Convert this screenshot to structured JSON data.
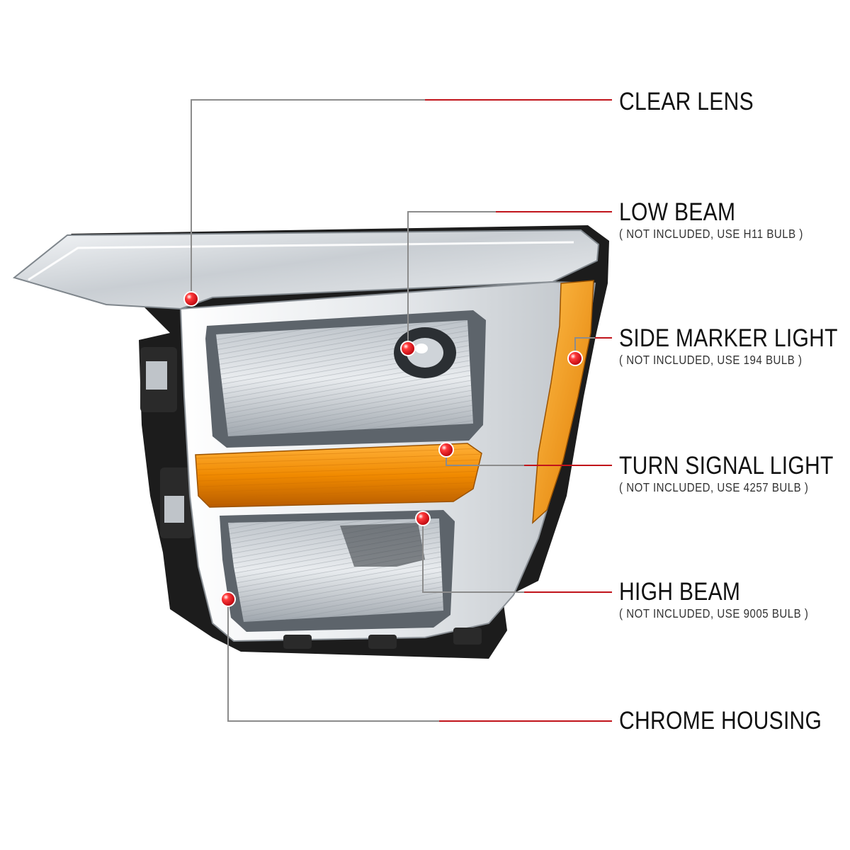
{
  "colors": {
    "leader_gray": "#8c8c8c",
    "leader_red": "#c1141b",
    "dot_red": "#e0111b",
    "amber": "#f08a00",
    "chrome": "#d9dde1",
    "housing_black": "#1c1c1c"
  },
  "callouts": [
    {
      "id": "clear-lens",
      "title": "CLEAR LENS",
      "note": ""
    },
    {
      "id": "low-beam",
      "title": "LOW BEAM",
      "note": "( NOT INCLUDED, USE  H11  BULB )"
    },
    {
      "id": "side-marker-light",
      "title": "SIDE MARKER LIGHT",
      "note": "( NOT INCLUDED, USE  194  BULB )"
    },
    {
      "id": "turn-signal-light",
      "title": "TURN SIGNAL LIGHT",
      "note": "( NOT INCLUDED, USE  4257  BULB )"
    },
    {
      "id": "high-beam",
      "title": "HIGH BEAM",
      "note": "( NOT INCLUDED, USE  9005  BULB )"
    },
    {
      "id": "chrome-housing",
      "title": "CHROME HOUSING",
      "note": ""
    }
  ]
}
